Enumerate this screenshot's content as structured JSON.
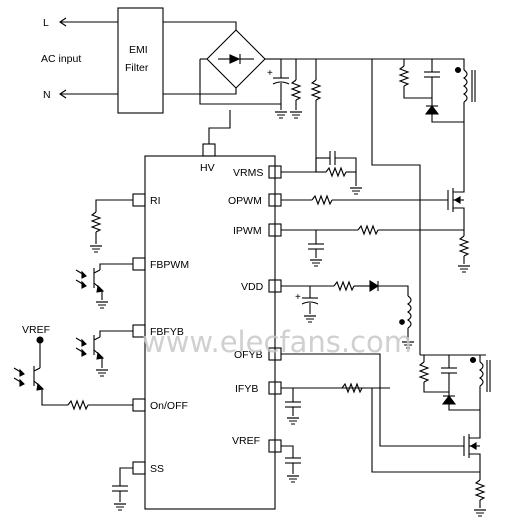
{
  "ac_input": {
    "line_label": "L",
    "neutral_label": "N",
    "caption": "AC input"
  },
  "emi_filter": {
    "line1": "EMI",
    "line2": "Filter"
  },
  "controller": {
    "pins": {
      "hv": "HV",
      "vrms": "VRMS",
      "opwm": "OPWM",
      "ipwm": "IPWM",
      "vdd": "VDD",
      "ofyb": "OFYB",
      "ifyb": "IFYB",
      "vref": "VREF",
      "ri": "RI",
      "fbpwm": "FBPWM",
      "fbfyb": "FBFYB",
      "onoff": "On/OFF",
      "ss": "SS"
    }
  },
  "external": {
    "vref_label": "VREF",
    "cap_polarity": "+"
  },
  "watermark": "www.elecfans.com"
}
